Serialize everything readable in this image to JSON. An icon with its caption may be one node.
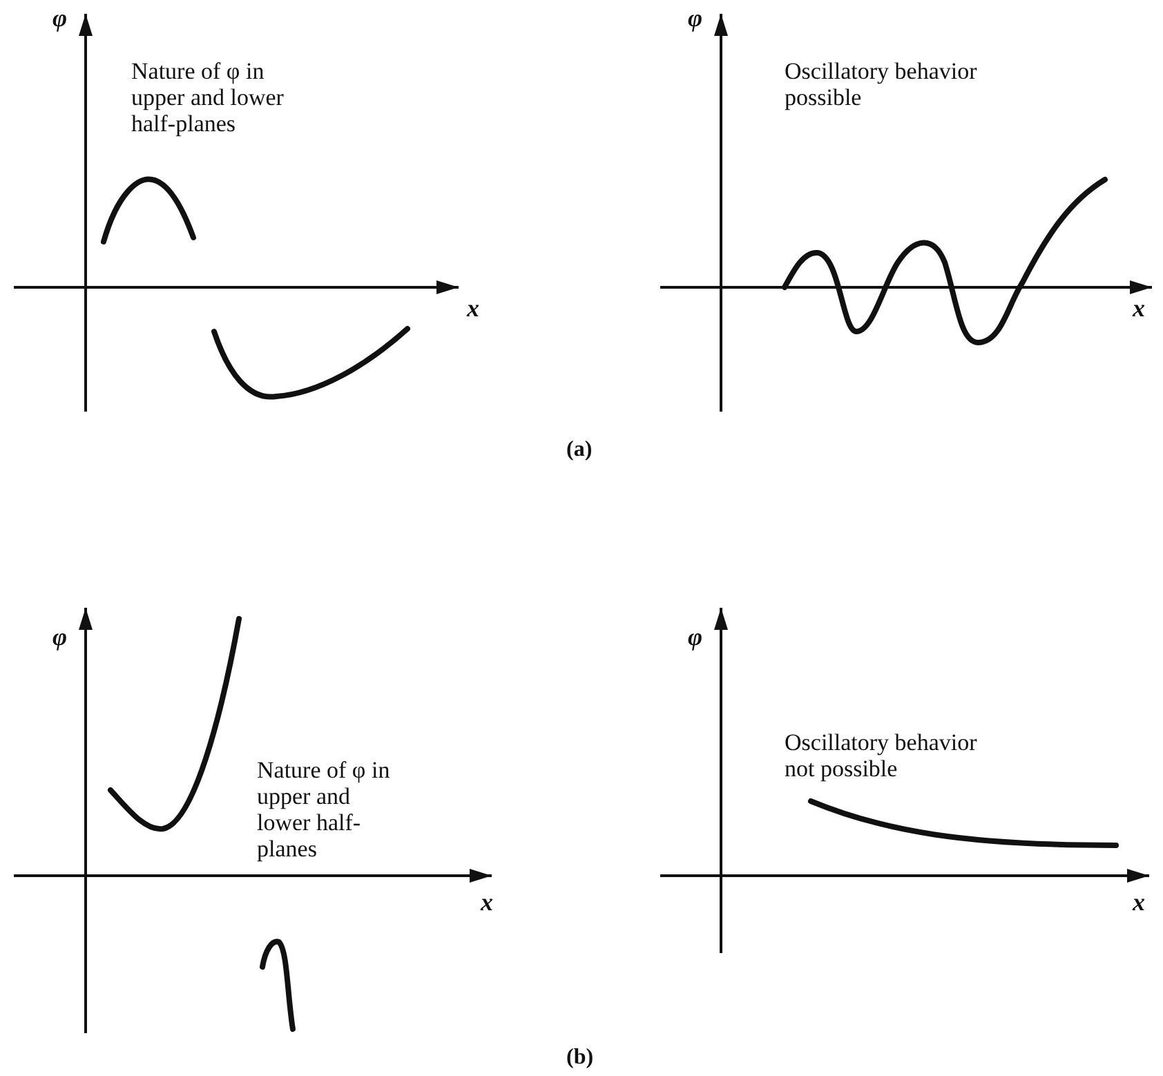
{
  "diagram": {
    "labels": [
      "φ",
      "Nature of φ in upper and lower half-planes",
      "x",
      "φ",
      "Oscillatory behavior possible",
      "x",
      "(a)",
      "φ",
      "Nature of φ in upper and lower half-planes",
      "x",
      "φ",
      "Oscillatory behavior not possible",
      "x",
      "(b)"
    ]
  }
}
